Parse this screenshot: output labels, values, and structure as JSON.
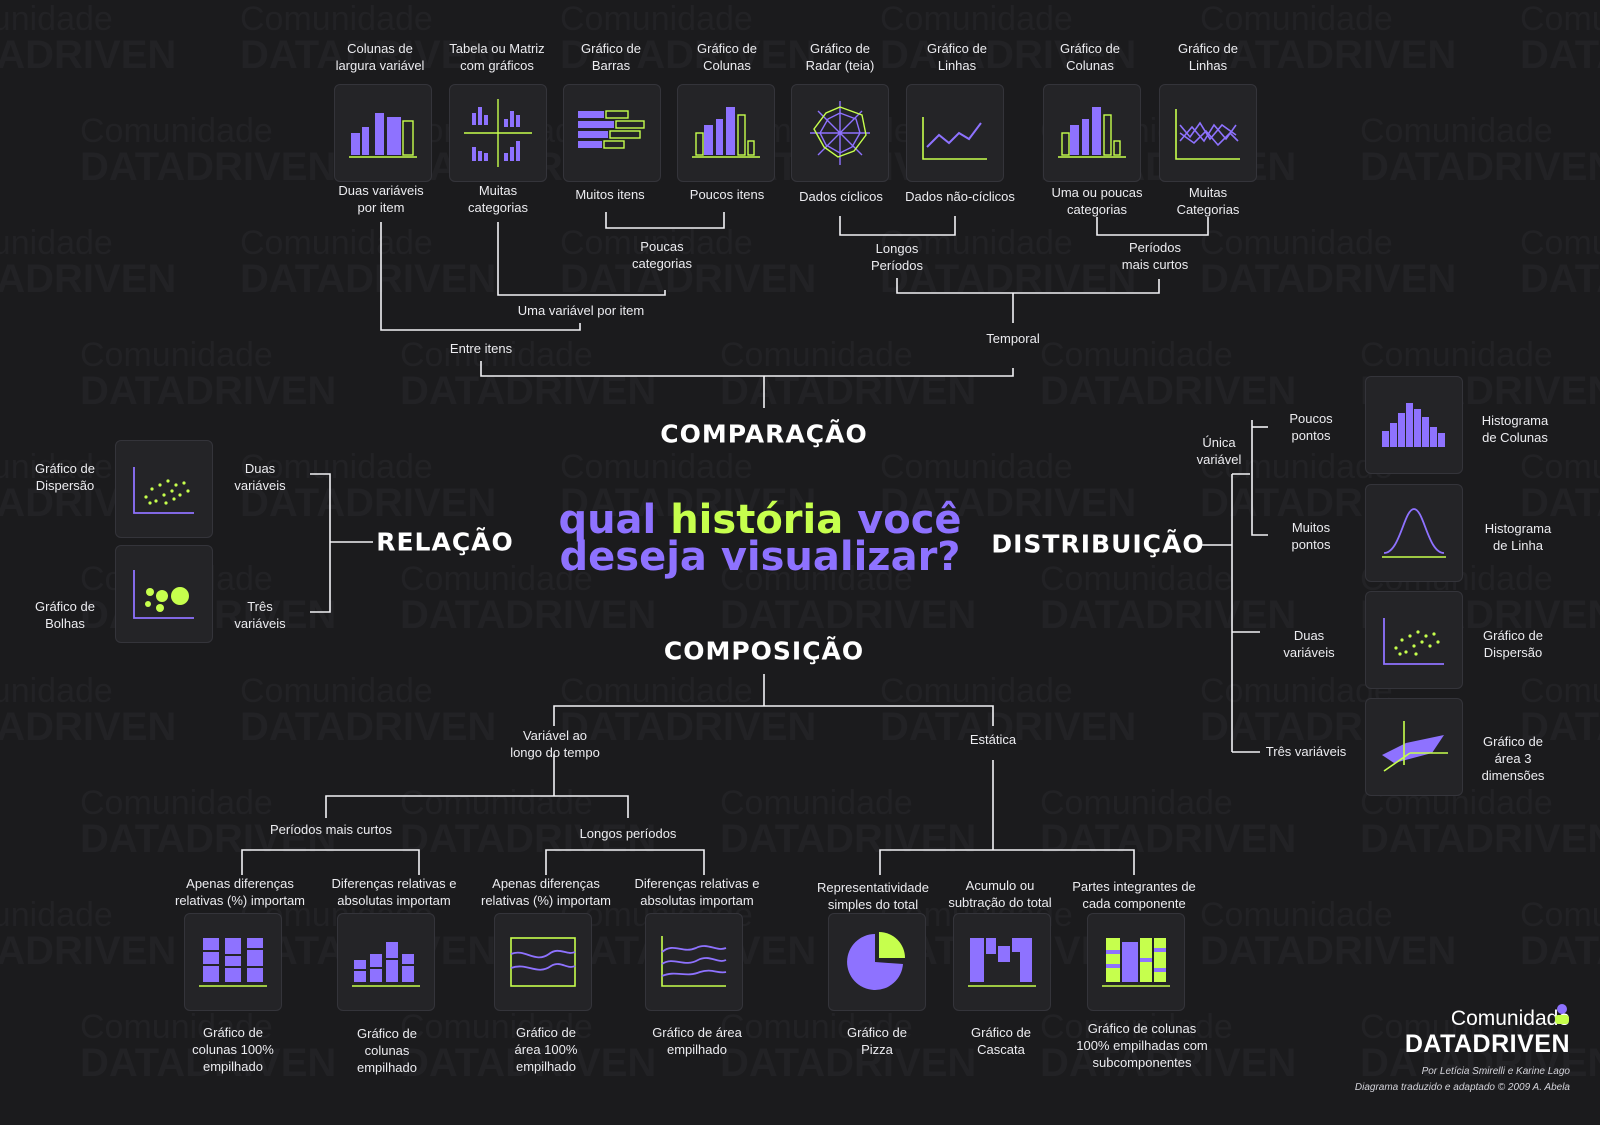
{
  "watermark": {
    "line1": "Comunidade",
    "line2": "DATADRIVEN"
  },
  "headline": {
    "part1": "qual ",
    "accent": "história",
    "part2": " você",
    "line2": "deseja visualizar?"
  },
  "colors": {
    "background": "#1b1b1d",
    "purple": "#8e72ff",
    "green": "#c6ff4d"
  },
  "titles": {
    "comparacao": "COMPARAÇÃO",
    "relacao": "RELAÇÃO",
    "distribuicao": "DISTRIBUIÇÃO",
    "composicao": "COMPOSIÇÃO"
  },
  "comparacao": {
    "charts": [
      {
        "title": "Colunas de\nlargura variável",
        "desc": "Duas variáveis\npor item",
        "icon": "variable-width-columns-icon"
      },
      {
        "title": "Tabela ou Matriz\ncom gráficos",
        "desc": "Muitas\ncategorias",
        "icon": "chart-matrix-icon"
      },
      {
        "title": "Gráfico de\nBarras",
        "desc": "Muitos itens",
        "icon": "bar-chart-icon"
      },
      {
        "title": "Gráfico de\nColunas",
        "desc": "Poucos itens",
        "icon": "column-chart-icon"
      },
      {
        "title": "Gráfico de\nRadar (teia)",
        "desc": "Dados cíclicos",
        "icon": "radar-chart-icon"
      },
      {
        "title": "Gráfico de\nLinhas",
        "desc": "Dados não-cíclicos",
        "icon": "line-chart-icon"
      },
      {
        "title": "Gráfico de\nColunas",
        "desc": "Uma ou poucas\ncategorias",
        "icon": "column-chart-icon"
      },
      {
        "title": "Gráfico de\nLinhas",
        "desc": "Muitas\nCategorias",
        "icon": "multi-line-chart-icon"
      }
    ],
    "poucas_categorias": "Poucas\ncategorias",
    "longos_periodos": "Longos\nPeríodos",
    "periodos_curtos": "Períodos\nmais curtos",
    "uma_variavel": "Uma variável por item",
    "entre_itens": "Entre itens",
    "temporal": "Temporal"
  },
  "relacao": {
    "duas": "Duas\nvariáveis",
    "tres": "Três\nvariáveis",
    "dispersao": "Gráfico de\nDispersão",
    "bolhas": "Gráfico de\nBolhas"
  },
  "distribuicao": {
    "unica": "Única\nvariável",
    "poucos": "Poucos\npontos",
    "muitos": "Muitos\npontos",
    "duas": "Duas\nvariáveis",
    "tres": "Três variáveis",
    "hist_colunas": "Histograma\nde Colunas",
    "hist_linha": "Histograma\nde Linha",
    "dispersao": "Gráfico de\nDispersão",
    "area3d": "Gráfico de\nárea 3\ndimensões"
  },
  "composicao": {
    "variavel_tempo": "Variável ao\nlongo do tempo",
    "estatica": "Estática",
    "periodos_curtos": "Períodos mais curtos",
    "longos_periodos": "Longos períodos",
    "rel1": "Apenas diferenças\nrelativas (%) importam",
    "abs1": "Diferenças relativas e\nabsolutas importam",
    "rel2": "Apenas diferenças\nrelativas (%) importam",
    "abs2": "Diferenças relativas e\nabsolutas importam",
    "repr": "Representatividade\nsimples do total",
    "acum": "Acumulo ou\nsubtração do total",
    "partes": "Partes integrantes de\ncada componente",
    "c1": "Gráfico de\ncolunas 100%\nempilhado",
    "c2": "Gráfico de\ncolunas\nempilhado",
    "c3": "Gráfico de\nárea 100%\nempilhado",
    "c4": "Gráfico de área\nempilhado",
    "c5": "Gráfico de\nPizza",
    "c6": "Gráfico de\nCascata",
    "c7": "Gráfico de colunas\n100% empilhadas com\nsubcomponentes"
  },
  "brand": {
    "name": "Comunidade",
    "sub": "DATADRIVEN",
    "credit1": "Por Letícia Smirelli e Karine Lago",
    "credit2": "Diagrama traduzido e adaptado © 2009 A. Abela"
  }
}
